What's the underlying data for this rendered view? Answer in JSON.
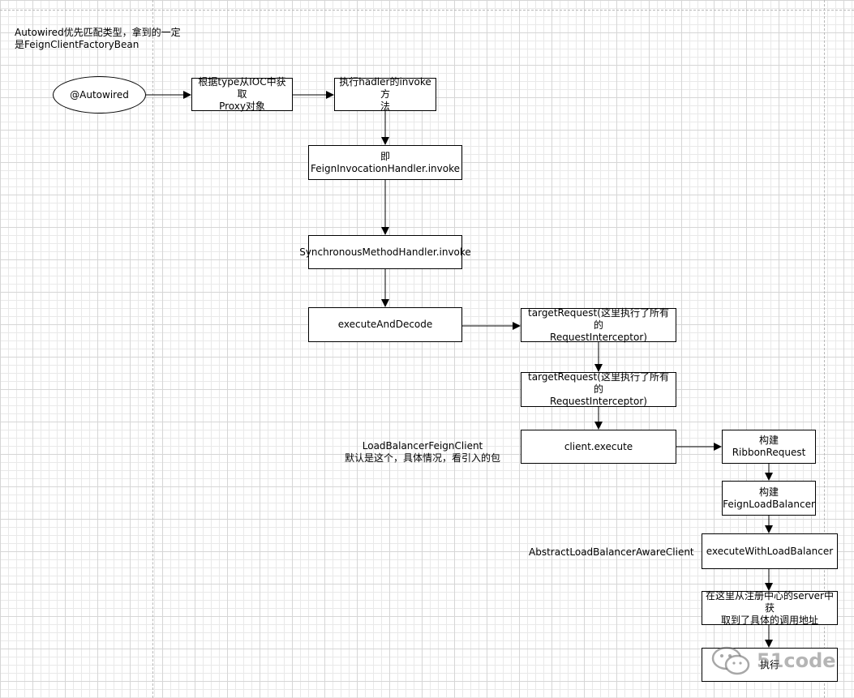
{
  "note_top": {
    "line1": "Autowired优先匹配类型，拿到的一定",
    "line2": "是FeignClientFactoryBean"
  },
  "nodes": {
    "autowired": "@Autowired",
    "get_proxy": {
      "line1": "根据type从IOC中获取",
      "line2": "Proxy对象"
    },
    "exec_handler": {
      "line1": "执行hadler的invoke方",
      "line2": "法"
    },
    "feign_invocation": "即FeignInvocationHandler.invoke",
    "sync_method": "SynchronousMethodHandler.invoke",
    "execute_decode": "executeAndDecode",
    "target_request_1": {
      "line1": "targetRequest(这里执行了所有的",
      "line2": "RequestInterceptor)"
    },
    "target_request_2": {
      "line1": "targetRequest(这里执行了所有的",
      "line2": "RequestInterceptor)"
    },
    "client_execute": "client.execute",
    "build_ribbon": "构建RibbonRequest",
    "build_feign_lb": {
      "line1": "构建",
      "line2": "FeignLoadBalancer"
    },
    "execute_lb": "executeWithLoadBalancer",
    "get_server": {
      "line1": "在这里从注册中心的server中获",
      "line2": "取到了具体的调用地址"
    },
    "execute_final": "执行"
  },
  "annotations": {
    "lb_feign_client": {
      "line1": "LoadBalancerFeignClient",
      "line2": "默认是这个，具体情况，看引入的包"
    },
    "abstract_lb": "AbstractLoadBalancerAwareClient"
  },
  "watermark": {
    "text": "51code"
  }
}
